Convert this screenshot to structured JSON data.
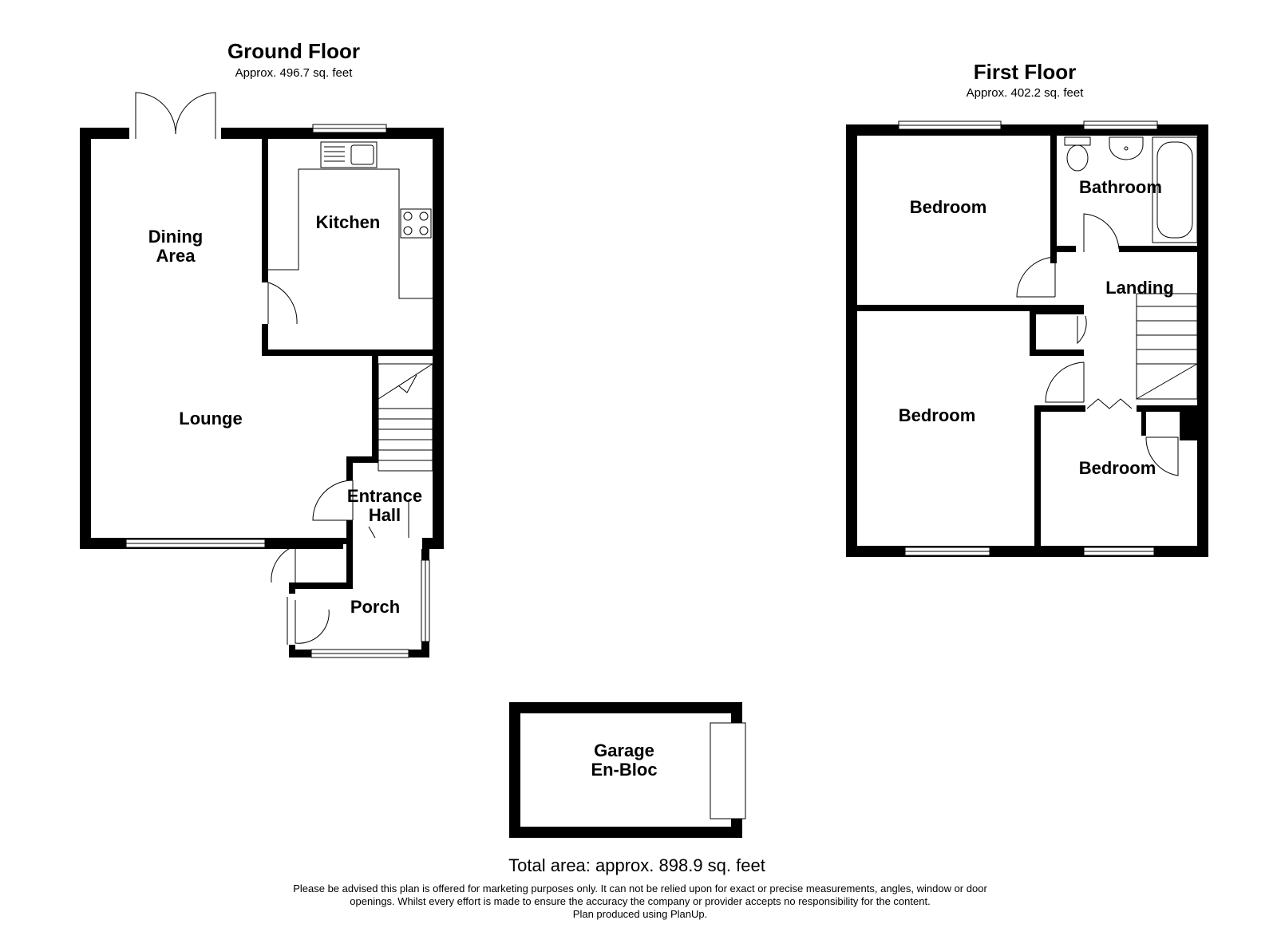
{
  "ground_floor": {
    "title": "Ground Floor",
    "area": "Approx. 496.7 sq. feet",
    "rooms": {
      "dining_line1": "Dining",
      "dining_line2": "Area",
      "kitchen": "Kitchen",
      "lounge": "Lounge",
      "entrance_line1": "Entrance",
      "entrance_line2": "Hall",
      "porch": "Porch"
    }
  },
  "first_floor": {
    "title": "First Floor",
    "area": "Approx. 402.2 sq. feet",
    "rooms": {
      "bedroom_1": "Bedroom",
      "bathroom": "Bathroom",
      "landing": "Landing",
      "bedroom_2": "Bedroom",
      "bedroom_3": "Bedroom"
    }
  },
  "garage": {
    "line1": "Garage",
    "line2": "En-Bloc"
  },
  "footer": {
    "total": "Total area: approx. 898.9 sq. feet",
    "disclaimer_line1": "Please be advised this plan is offered for marketing purposes only. It can not be relied upon for exact or precise measurements, angles, window or door",
    "disclaimer_line2": "openings. Whilst every effort is made to ensure the accuracy the company or provider accepts no responsibility for the content.",
    "disclaimer_line3": "Plan produced using PlanUp."
  }
}
